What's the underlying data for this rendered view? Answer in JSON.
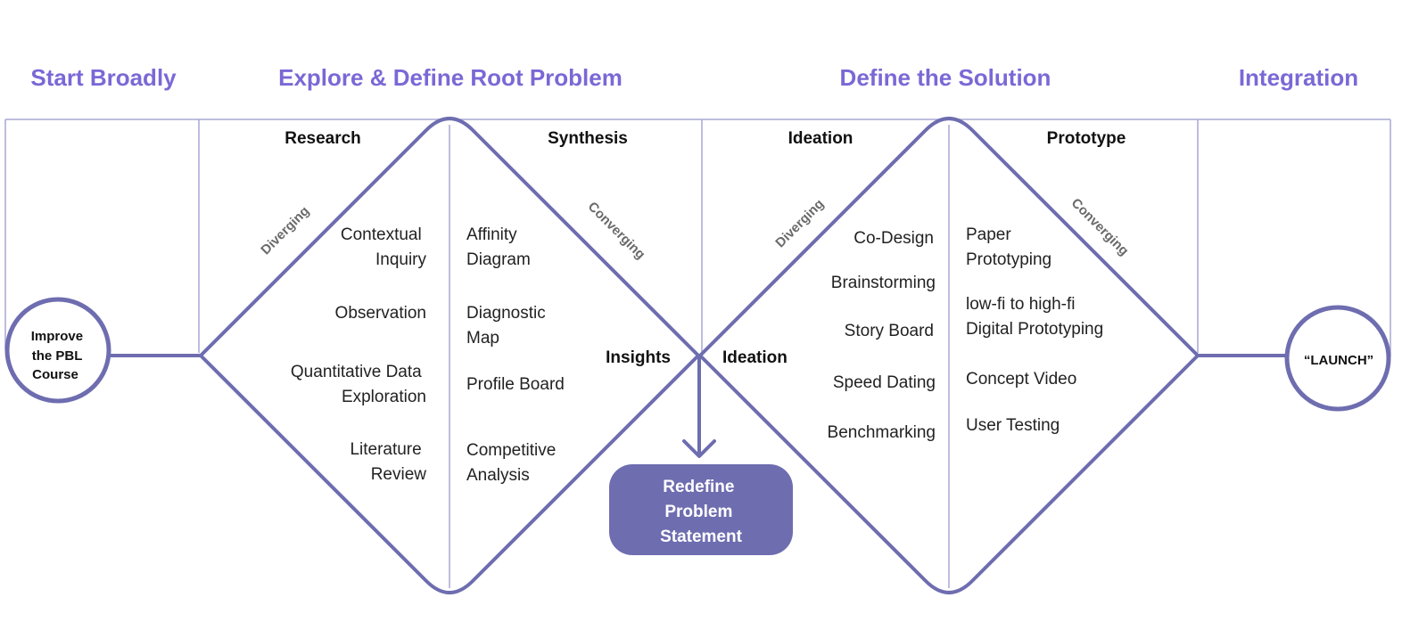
{
  "colors": {
    "accent": "#6e6db0",
    "phase_title": "#7b68d6",
    "grid_line": "#a9a7d4",
    "box_fill": "#6e6db0"
  },
  "phases": [
    {
      "title": "Start Broadly"
    },
    {
      "title": "Explore & Define Root Problem"
    },
    {
      "title": "Define the Solution"
    },
    {
      "title": "Integration"
    }
  ],
  "stages": [
    {
      "title": "Research",
      "mode": "Diverging",
      "methods": [
        [
          "Contextual",
          "Inquiry"
        ],
        [
          "Observation"
        ],
        [
          "Quantitative Data",
          "Exploration"
        ],
        [
          "Literature",
          "Review"
        ]
      ]
    },
    {
      "title": "Synthesis",
      "mode": "Converging",
      "methods": [
        [
          "Affinity",
          "Diagram"
        ],
        [
          "Diagnostic",
          "Map"
        ],
        [
          "Profile Board"
        ],
        [
          "Competitive",
          "Analysis"
        ]
      ]
    },
    {
      "title": "Ideation",
      "mode": "Diverging",
      "methods": [
        [
          "Co-Design"
        ],
        [
          "Brainstorming"
        ],
        [
          "Story Board"
        ],
        [
          "Speed Dating"
        ],
        [
          "Benchmarking"
        ]
      ]
    },
    {
      "title": "Prototype",
      "mode": "Converging",
      "methods": [
        [
          "Paper",
          "Prototyping"
        ],
        [
          "low-fi to high-fi",
          "Digital Prototyping"
        ],
        [
          "Concept Video"
        ],
        [
          "User Testing"
        ]
      ]
    }
  ],
  "start_node": {
    "lines": [
      "Improve",
      "the PBL",
      "Course"
    ]
  },
  "end_node": {
    "label": "“LAUNCH”"
  },
  "midpoint": {
    "left_label": "Insights",
    "right_label": "Ideation"
  },
  "redefine_box": {
    "lines": [
      "Redefine",
      "Problem",
      "Statement"
    ]
  }
}
